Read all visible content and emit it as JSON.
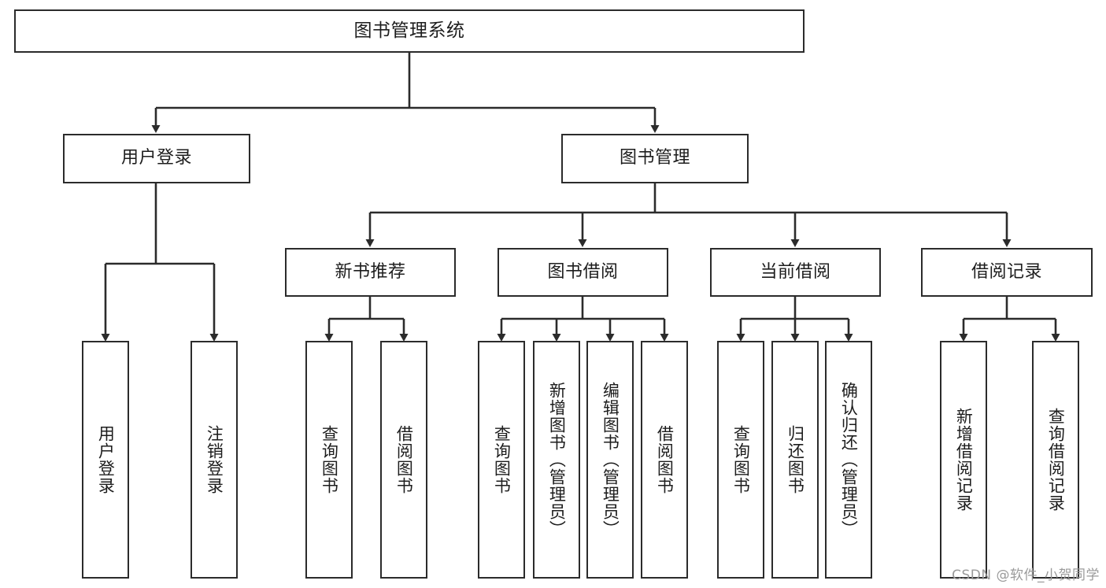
{
  "diagram": {
    "title": "图书管理系统",
    "type": "tree-hierarchy-chart",
    "root": {
      "label": "图书管理系统"
    },
    "level1": [
      {
        "label": "用户登录"
      },
      {
        "label": "图书管理"
      }
    ],
    "level2": [
      {
        "label": "新书推荐"
      },
      {
        "label": "图书借阅"
      },
      {
        "label": "当前借阅"
      },
      {
        "label": "借阅记录"
      }
    ],
    "leaves": {
      "user_login": [
        {
          "label": "用户登录"
        },
        {
          "label": "注销登录"
        }
      ],
      "new_book_recommend": [
        {
          "label": "查询图书"
        },
        {
          "label": "借阅图书"
        }
      ],
      "book_borrow": [
        {
          "label": "查询图书"
        },
        {
          "label": "新增图书（管理员）"
        },
        {
          "label": "编辑图书（管理员）"
        },
        {
          "label": "借阅图书"
        }
      ],
      "current_borrow": [
        {
          "label": "查询图书"
        },
        {
          "label": "归还图书"
        },
        {
          "label": "确认归还（管理员）"
        }
      ],
      "borrow_record": [
        {
          "label": "新增借阅记录"
        },
        {
          "label": "查询借阅记录"
        }
      ]
    }
  },
  "watermark": {
    "text": "CSDN @软件_小贺同学"
  },
  "colors": {
    "stroke": "#2b2b2b",
    "background": "#ffffff",
    "text": "#1d1d1d",
    "watermark": "#9a9a9a"
  }
}
